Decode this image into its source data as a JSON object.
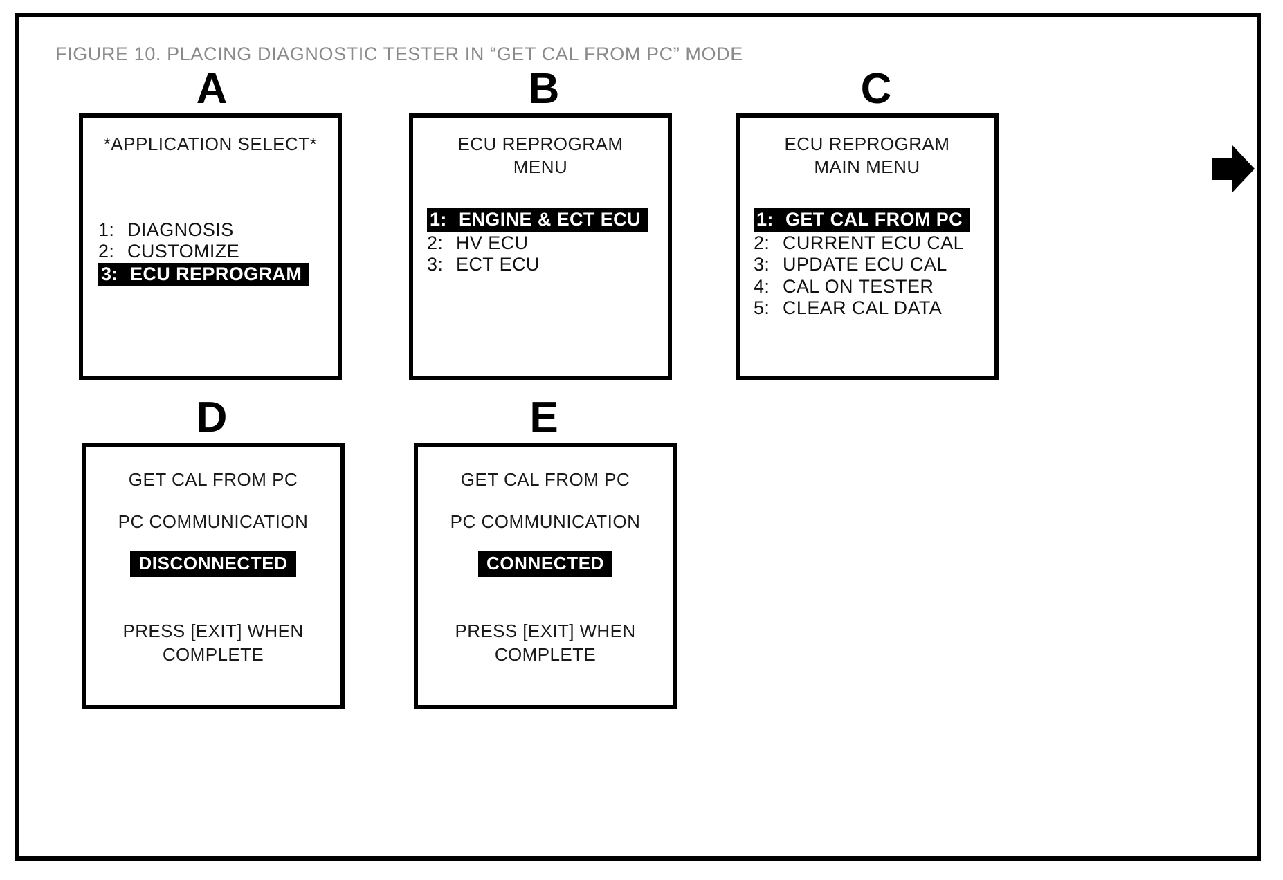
{
  "figure": {
    "title": "FIGURE 10.  PLACING DIAGNOSTIC TESTER IN “GET CAL FROM PC” MODE",
    "title_color": "#8a8a8a",
    "frame_color": "#000000",
    "background": "#ffffff",
    "highlight_bg": "#000000",
    "highlight_fg": "#ffffff"
  },
  "panels": {
    "a": {
      "letter": "A",
      "title": "*APPLICATION SELECT*",
      "items": [
        {
          "num": "1:",
          "label": "DIAGNOSIS",
          "selected": false
        },
        {
          "num": "2:",
          "label": "CUSTOMIZE",
          "selected": false
        },
        {
          "num": "3:",
          "label": "ECU REPROGRAM",
          "selected": true
        }
      ]
    },
    "b": {
      "letter": "B",
      "title": "ECU REPROGRAM\nMENU",
      "items": [
        {
          "num": "1:",
          "label": "ENGINE & ECT ECU",
          "selected": true
        },
        {
          "num": "2:",
          "label": "HV ECU",
          "selected": false
        },
        {
          "num": "3:",
          "label": "ECT ECU",
          "selected": false
        }
      ]
    },
    "c": {
      "letter": "C",
      "title": "ECU REPROGRAM\nMAIN MENU",
      "items": [
        {
          "num": "1:",
          "label": "GET CAL FROM PC",
          "selected": true
        },
        {
          "num": "2:",
          "label": "CURRENT ECU CAL",
          "selected": false
        },
        {
          "num": "3:",
          "label": "UPDATE ECU CAL",
          "selected": false
        },
        {
          "num": "4:",
          "label": "CAL ON TESTER",
          "selected": false
        },
        {
          "num": "5:",
          "label": "CLEAR CAL DATA",
          "selected": false
        }
      ]
    },
    "d": {
      "letter": "D",
      "title": "GET CAL FROM PC",
      "subtitle": "PC COMMUNICATION",
      "status": "DISCONNECTED",
      "footer": "PRESS [EXIT] WHEN\nCOMPLETE"
    },
    "e": {
      "letter": "E",
      "title": "GET CAL FROM PC",
      "subtitle": "PC COMMUNICATION",
      "status": "CONNECTED",
      "footer": "PRESS [EXIT] WHEN\nCOMPLETE"
    }
  },
  "arrows": [
    {
      "name": "arrow-a-to-b"
    },
    {
      "name": "arrow-b-to-c"
    },
    {
      "name": "arrow-c-to-next"
    },
    {
      "name": "arrow-d-to-e"
    }
  ]
}
